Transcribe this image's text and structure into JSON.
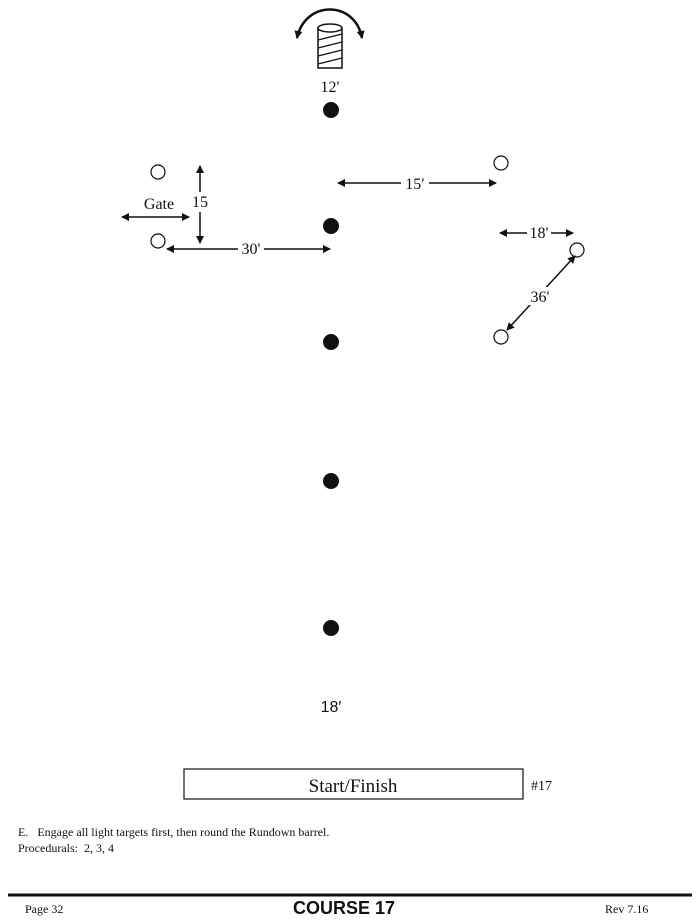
{
  "diagram": {
    "barrel_label": "12'",
    "gate_label": "Gate",
    "gate_height_label": "15",
    "gate_to_center_label": "30'",
    "center_to_right_label": "15′",
    "right_pair_label": "18'",
    "diagonal_label": "36'",
    "spacing_label": "18′",
    "start_finish_label": "Start/Finish",
    "course_number_tag": "#17"
  },
  "notes": {
    "line1": "E.   Engage all light targets first, then round the Rundown barrel.",
    "line2": "Procedurals:  2, 3, 4"
  },
  "footer": {
    "page": "Page 32",
    "title": "COURSE 17",
    "revision": "Rev 7.16"
  }
}
